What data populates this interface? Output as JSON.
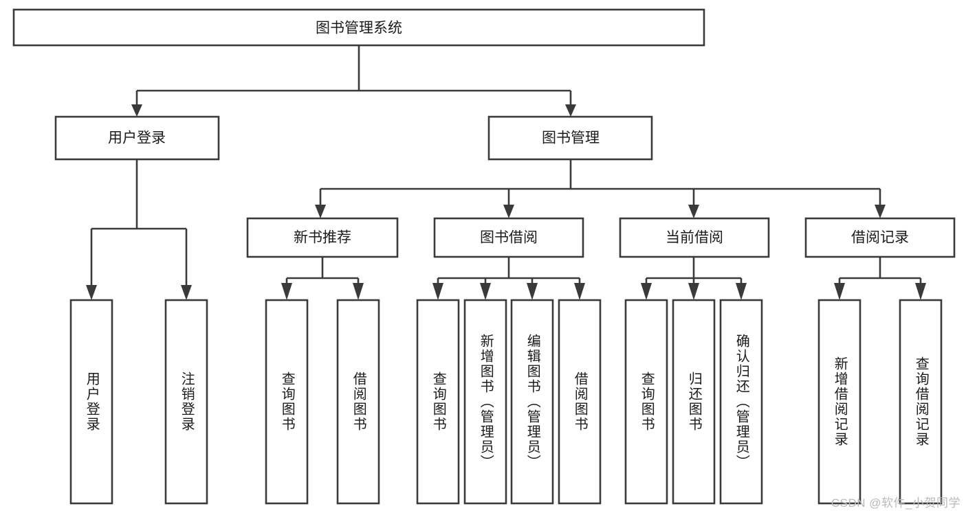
{
  "diagram": {
    "title": "图书管理系统",
    "type": "tree-hierarchy-chart",
    "orientation": "top-down",
    "colors": {
      "box_stroke": "#3a3a3a",
      "box_fill": "#ffffff",
      "text": "#1b1b1b",
      "background": "#ffffff",
      "watermark": "#b9b9b9"
    }
  },
  "nodes": {
    "root": {
      "label": "图书管理系统"
    },
    "level2": [
      {
        "label": "用户登录"
      },
      {
        "label": "图书管理"
      }
    ],
    "level3": [
      {
        "label": "新书推荐"
      },
      {
        "label": "图书借阅"
      },
      {
        "label": "当前借阅"
      },
      {
        "label": "借阅记录"
      }
    ],
    "leaves": [
      {
        "label": "用户登录"
      },
      {
        "label": "注销登录"
      },
      {
        "label": "查询图书"
      },
      {
        "label": "借阅图书"
      },
      {
        "label": "查询图书"
      },
      {
        "label": "新增图书（管理员）"
      },
      {
        "label": "编辑图书（管理员）"
      },
      {
        "label": "借阅图书"
      },
      {
        "label": "查询图书"
      },
      {
        "label": "归还图书"
      },
      {
        "label": "确认归还（管理员）"
      },
      {
        "label": "新增借阅记录"
      },
      {
        "label": "查询借阅记录"
      }
    ]
  },
  "watermark": {
    "text": "CSDN @软件_小贺同学"
  }
}
